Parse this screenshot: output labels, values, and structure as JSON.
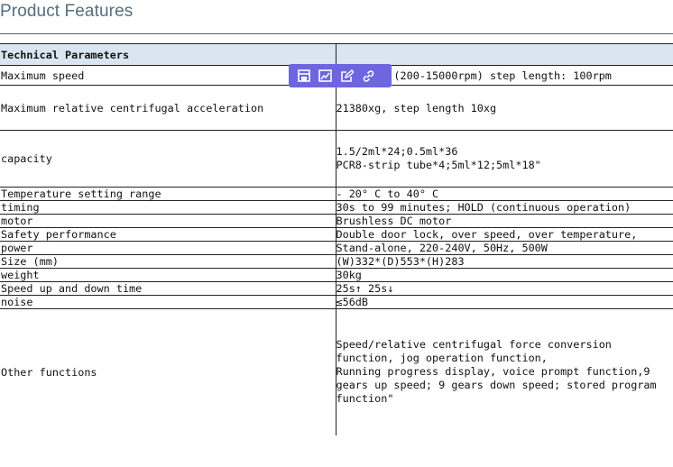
{
  "page": {
    "title": "Product Features"
  },
  "table": {
    "header": "Technical Parameters",
    "rows": [
      {
        "label": "Maximum speed",
        "value": "15000rpm (200-15000rpm) step length: 100rpm"
      },
      {
        "label": "Maximum relative centrifugal acceleration",
        "value": "21380xg, step length 10xg"
      },
      {
        "label": "capacity",
        "value": "1.5/2ml*24;0.5ml*36\nPCR8-strip tube*4;5ml*12;5ml*18\""
      },
      {
        "label": "Temperature setting range",
        "value": " - 20° C to 40° C"
      },
      {
        "label": "timing",
        "value": "30s to 99 minutes; HOLD (continuous operation)"
      },
      {
        "label": "motor",
        "value": "Brushless DC motor"
      },
      {
        "label": "Safety performance",
        "value": "Double door lock, over speed, over temperature,"
      },
      {
        "label": "power",
        "value": "Stand-alone, 220-240V, 50Hz, 500W"
      },
      {
        "label": "Size (mm)",
        "value": "(W)332*(D)553*(H)283"
      },
      {
        "label": "weight",
        "value": "30kg"
      },
      {
        "label": "Speed up and down time",
        "value": "25s↑ 25s↓"
      },
      {
        "label": "noise",
        "value": "≤56dB"
      },
      {
        "label": "Other functions",
        "value": "Speed/relative centrifugal force conversion function, jog operation function,\nRunning progress display, voice prompt function,9 gears up speed; 9 gears down speed; stored program function\""
      }
    ]
  },
  "toolbar": {
    "icons": [
      "save-icon",
      "image-icon",
      "edit-icon",
      "link-icon"
    ]
  },
  "colors": {
    "title": "#556d7e",
    "header_bg": "#d9e6f2",
    "toolbar_bg": "#6d66df"
  }
}
